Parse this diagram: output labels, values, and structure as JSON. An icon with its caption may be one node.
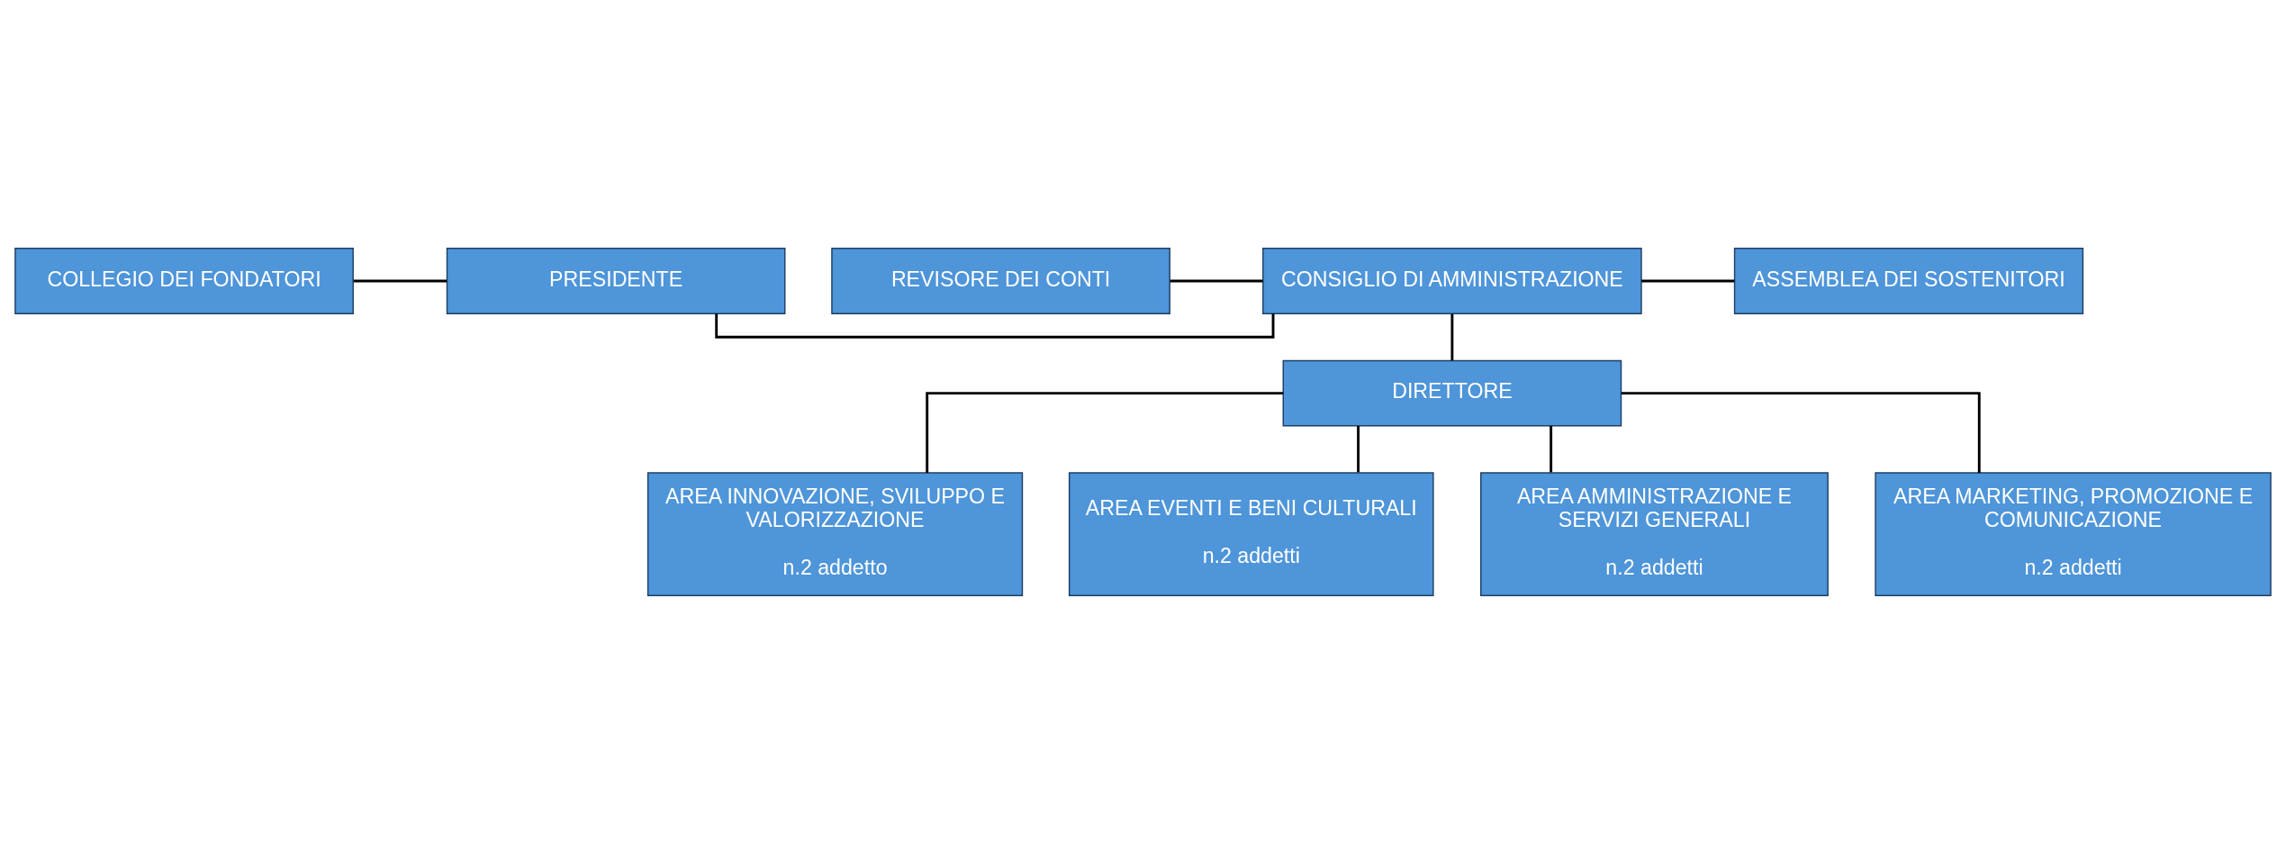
{
  "diagram": {
    "nodes": [
      {
        "text": [
          "COLLEGIO DEI FONDATORI"
        ]
      },
      {
        "text": [
          "PRESIDENTE"
        ]
      },
      {
        "text": [
          "CONSIGLIO DI AMMINISTRAZIONE"
        ]
      },
      {
        "text": [
          "REVISORE DEI CONTI"
        ]
      },
      {
        "text": [
          "ASSEMBLEA DEI SOSTENITORI"
        ]
      },
      {
        "text": [
          "DIRETTORE"
        ]
      },
      {
        "text": [
          "AREA INNOVAZIONE, SVILUPPO E VALORIZZAZIONE",
          "n.2 addetto"
        ]
      },
      {
        "text": [
          "AREA EVENTI E BENI CULTURALI",
          "n.2 addetti"
        ]
      },
      {
        "text": [
          "AREA AMMINISTRAZIONE E SERVIZI GENERALI",
          "n.2 addetti"
        ]
      },
      {
        "text": [
          "AREA MARKETING, PROMOZIONE E COMUNICAZIONE",
          "n.2 addetti"
        ]
      }
    ],
    "edges": [
      {
        "from": 0,
        "to": 1,
        "arrow": "none"
      },
      {
        "from": 1,
        "to": 2,
        "arrow": "none"
      },
      {
        "from": 3,
        "to": 2,
        "arrow": "none"
      },
      {
        "from": 2,
        "to": 4,
        "arrow": "none"
      },
      {
        "from": 2,
        "to": 5,
        "arrow": "none"
      },
      {
        "from": 5,
        "to": 6,
        "arrow": "none"
      },
      {
        "from": 5,
        "to": 7,
        "arrow": "none"
      },
      {
        "from": 5,
        "to": 8,
        "arrow": "none"
      },
      {
        "from": 5,
        "to": 9,
        "arrow": "none"
      }
    ]
  }
}
